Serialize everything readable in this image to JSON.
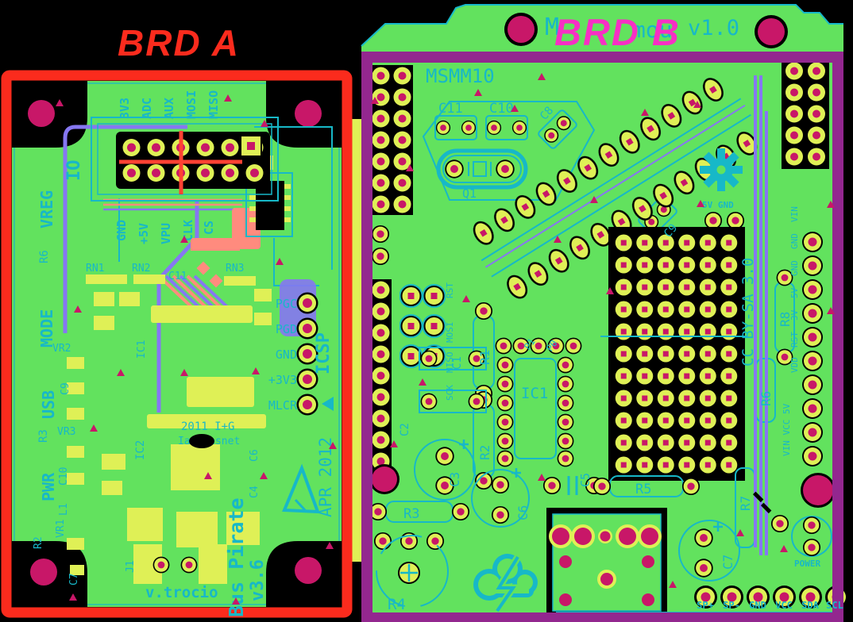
{
  "colors": {
    "background": "#000000",
    "board_green": "#62e25e",
    "pad_yellow": "#dff056",
    "drill_magenta": "#c81768",
    "silkscreen_cyan": "#17b8c8",
    "trace_violet": "#8677f2",
    "trace_salmon": "#ff8b7e",
    "board_a_accent": "#fb2b1d",
    "board_b_accent": "#93278f",
    "board_b_title_pink": "#f72fc4"
  },
  "board_a": {
    "title": "BRD A",
    "silkscreen": {
      "top_pins": [
        "3V3",
        "ADC",
        "AUX",
        "MOSI",
        "MISO"
      ],
      "mid_pins": [
        "GND",
        "+5V",
        "VPU",
        "CLK",
        "CS"
      ],
      "left_labels": {
        "io": "IO",
        "vreg": "VREG",
        "mode": "MODE",
        "usb": "USB",
        "pwr": "PWR"
      },
      "refs": {
        "r6": "R6",
        "r3": "R3",
        "r2": "R2",
        "vr1": "VR1",
        "vr2": "VR2",
        "vr3": "VR3",
        "c9": "C9",
        "c10": "C10",
        "l1": "L1",
        "c7": "C7",
        "j1": "J1",
        "ic1": "IC1",
        "ic2": "IC2",
        "c11": "C11",
        "c4": "C4",
        "c6": "C6",
        "rn1": "RN1",
        "rn2": "RN2",
        "rn3": "RN3"
      },
      "icsp": {
        "title": "ICSP",
        "pins": [
          "PGC",
          "PGD",
          "GND",
          "+3V3",
          "MLCR"
        ]
      },
      "credit_year": "2011 I+G",
      "credit_name": "Ian Lesnet",
      "product": "Bus Pirate",
      "version": "v3.6",
      "date": "APR 2012",
      "url": "v.trocio"
    }
  },
  "board_b": {
    "title": "BRD B",
    "silkscreen": {
      "name_fragment_left": "M",
      "name_fragment_right": "mou",
      "version": "v1.0",
      "model": "MSMM10",
      "refs": {
        "c11": "C11",
        "c10": "C10",
        "c8": "C8",
        "q1": "Q1",
        "c9": "C9",
        "c1": "C1",
        "c2": "C2",
        "c3": "C3",
        "c5": "C5",
        "c6": "C6",
        "c7": "C7",
        "r1": "R1",
        "r2": "R2",
        "r3": "R3",
        "r4": "R4",
        "r5": "R5",
        "r6": "R6",
        "r7": "R7",
        "r8": "R8",
        "ic1": "IC1",
        "p1": "P1",
        "p0": "P0"
      },
      "isp_pins": [
        "RST",
        "MOSI",
        "MISO",
        "SCK"
      ],
      "power_net": "5V GND",
      "right_pins": [
        "VIN",
        "GND",
        "GND",
        "5V",
        "3V",
        "RST",
        "VDD"
      ],
      "lower_right_label": "VIN VCC 5V",
      "license": "CC BY-SA 3.0",
      "power_label": "POWER",
      "bottom_pins": [
        "SP+",
        "SP-",
        "GND",
        "VCC",
        "SDA",
        "SCL"
      ]
    }
  }
}
